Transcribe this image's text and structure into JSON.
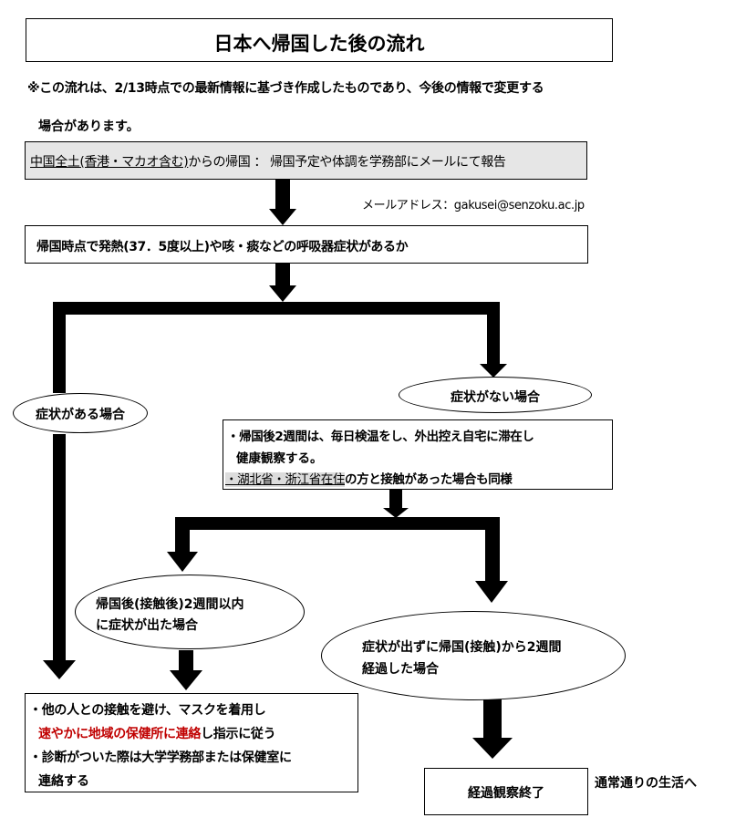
{
  "title": "日本へ帰国した後の流れ",
  "notice": {
    "line1": "※この流れは、2/13時点での最新情報に基づき作成したものであり、今後の情報で変更する",
    "line2": "場合があります。"
  },
  "step1": {
    "region": "中国全土(香港・マカオ含む)",
    "rest": "からの帰国 ： 帰国予定や体調を学務部にメールにて報告"
  },
  "email": "メールアドレス：gakusei@senzoku.ac.jp",
  "question": "帰国時点で発熱(37．5度以上)や咳・痰などの呼吸器症状があるか",
  "branch_yes": "症状がある場合",
  "branch_no": "症状がない場合",
  "no_symptom_box": {
    "line1": "・帰国後2週間は、毎日検温をし、外出控え自宅に滞在し",
    "line2": "健康観察する。",
    "line3_highlight": "・湖北省・浙江省在住",
    "line3_rest": "の方と接触があった場合も同様"
  },
  "within2weeks": {
    "line1": "帰国後(接触後)2週間以内",
    "line2": "に症状が出た場合"
  },
  "after2weeks": {
    "line1": "症状が出ずに帰国(接触)から2週間",
    "line2": "経過した場合"
  },
  "action_box": {
    "line1": "・他の人との接触を避け、マスクを着用し",
    "line2_red": "速やかに地域の保健所に連絡",
    "line2_rest": "し指示に従う",
    "line3": "・診断がついた際は大学学務部または保健室に",
    "line4": "連絡する"
  },
  "end_box": "経過観察終了",
  "end_note": "通常通りの生活へ"
}
